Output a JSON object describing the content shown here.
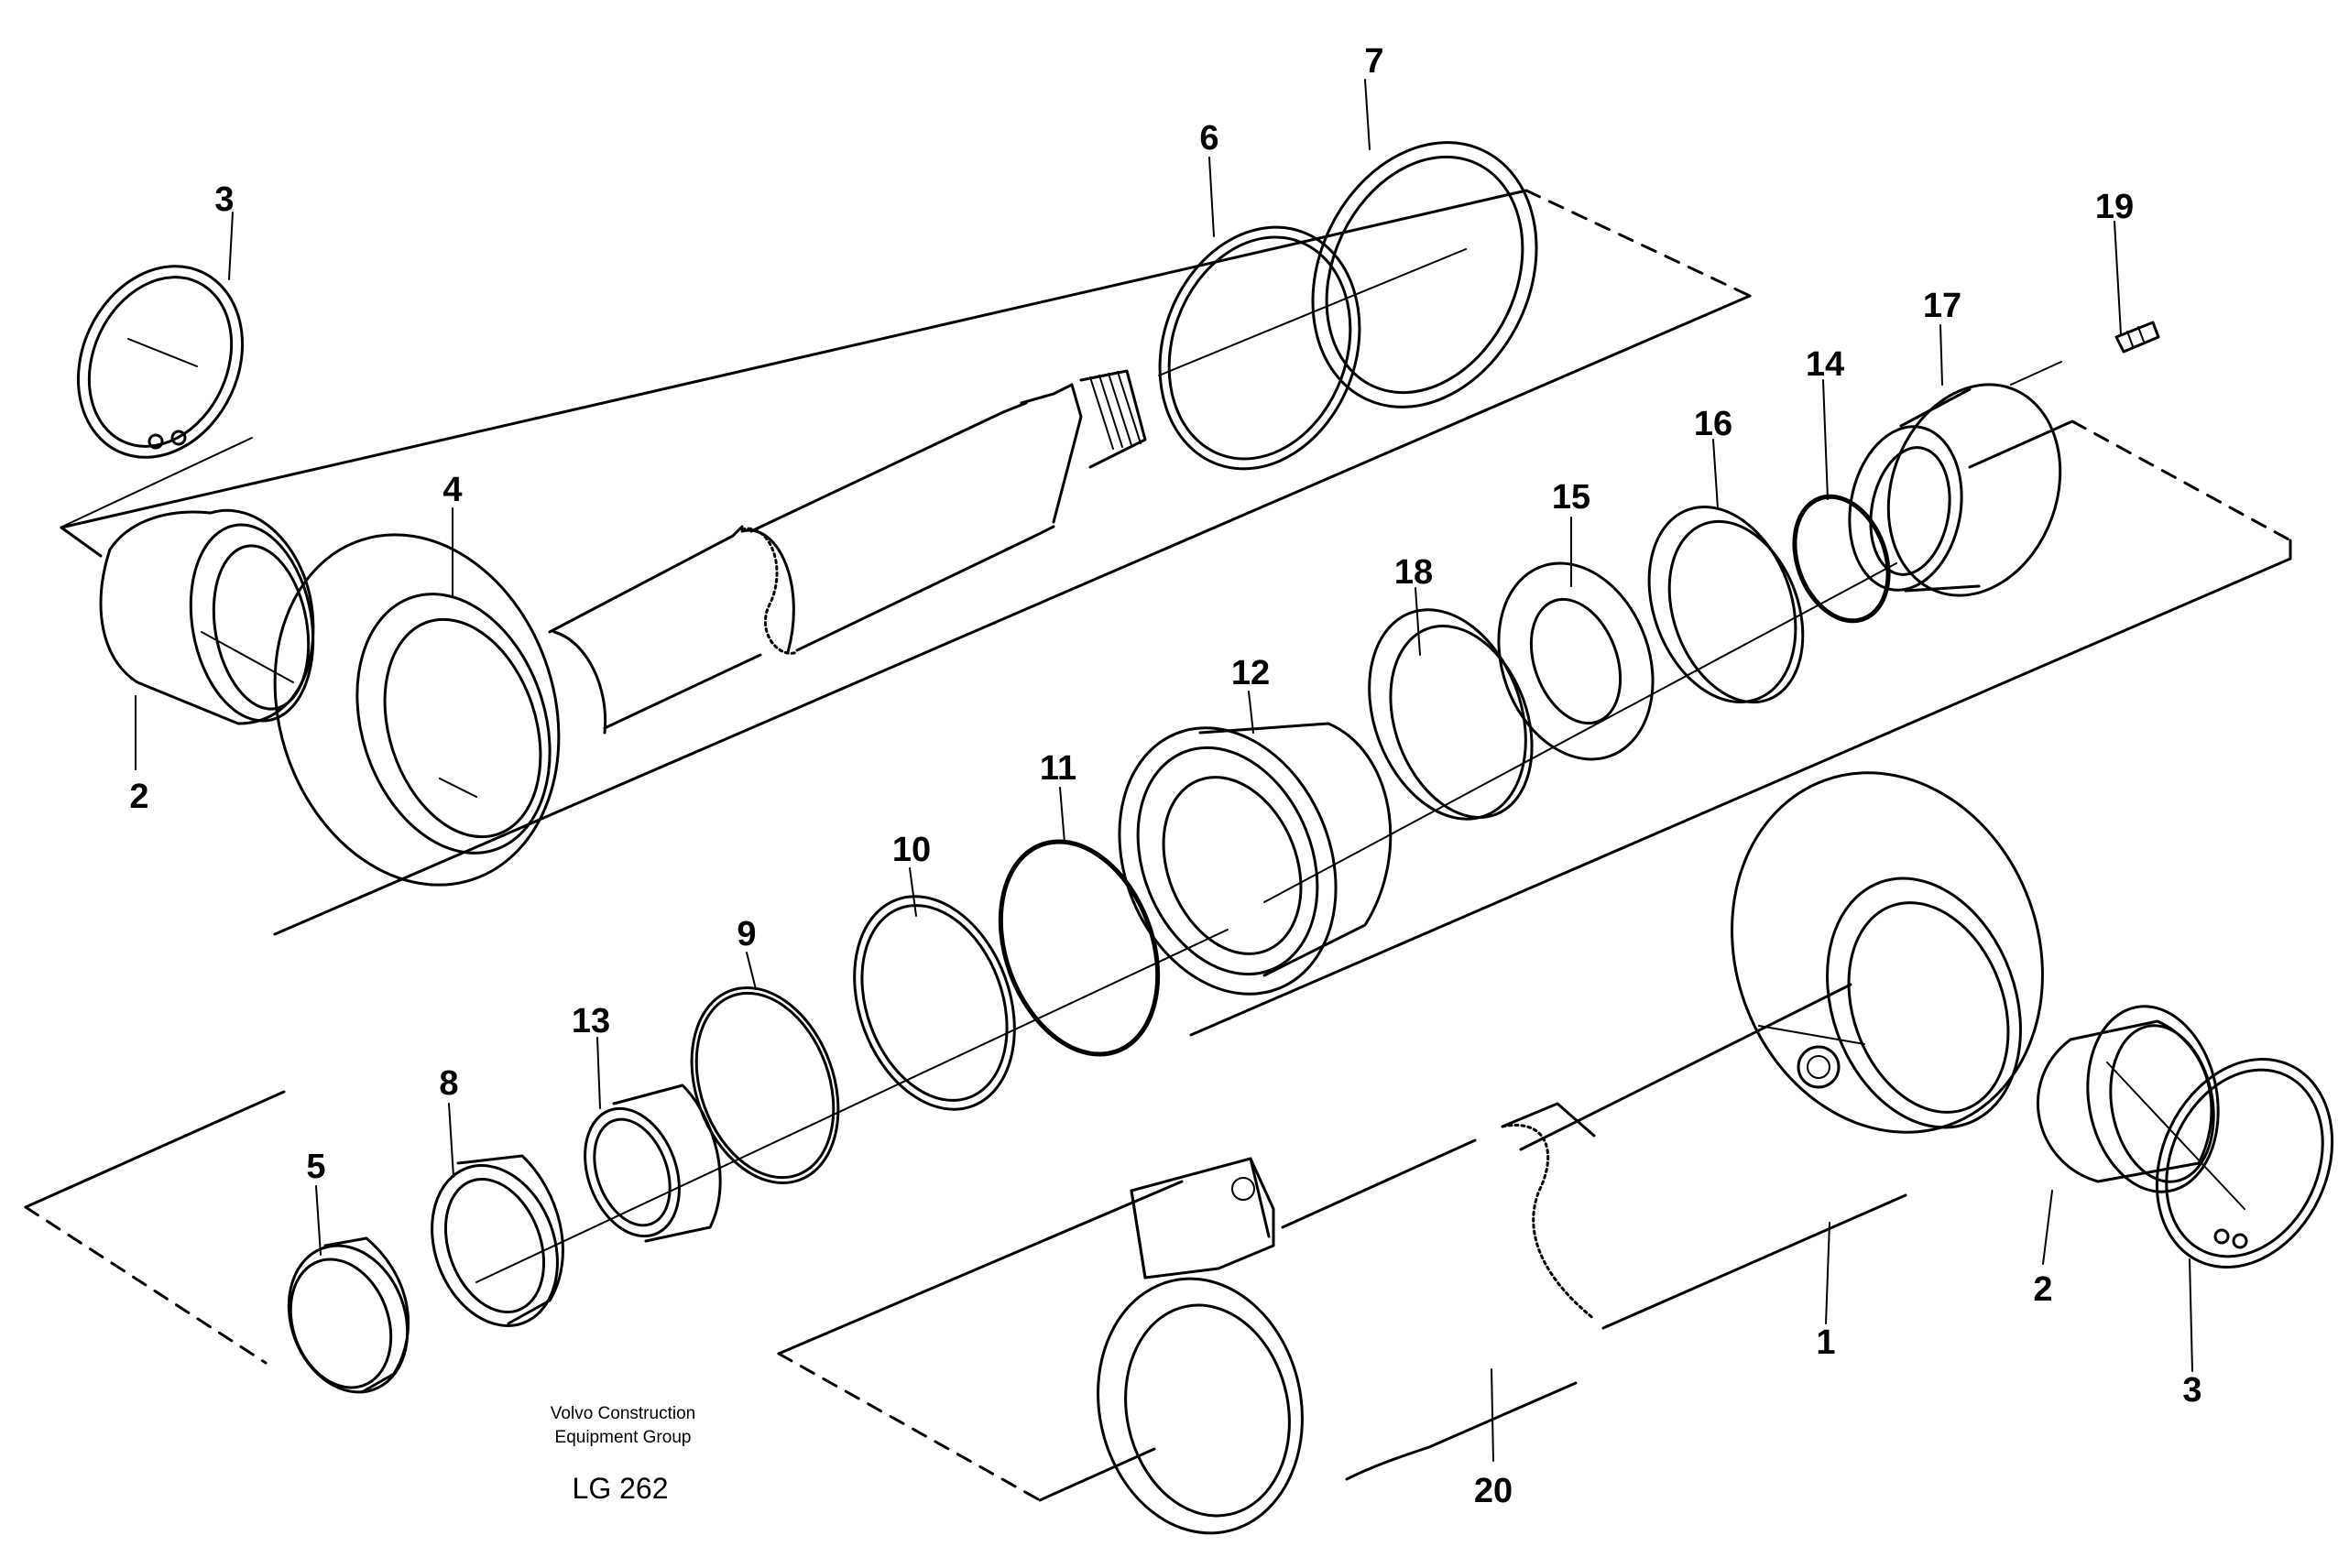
{
  "callouts": {
    "c1": "1",
    "c2a": "2",
    "c2b": "2",
    "c3a": "3",
    "c3b": "3",
    "c4": "4",
    "c5": "5",
    "c6": "6",
    "c7": "7",
    "c8": "8",
    "c9": "9",
    "c10": "10",
    "c11": "11",
    "c12": "12",
    "c13": "13",
    "c14": "14",
    "c15": "15",
    "c16": "16",
    "c17": "17",
    "c18": "18",
    "c19": "19",
    "c20": "20"
  },
  "footer": {
    "company_line1": "Volvo Construction",
    "company_line2": "Equipment Group",
    "code": "LG 262"
  }
}
